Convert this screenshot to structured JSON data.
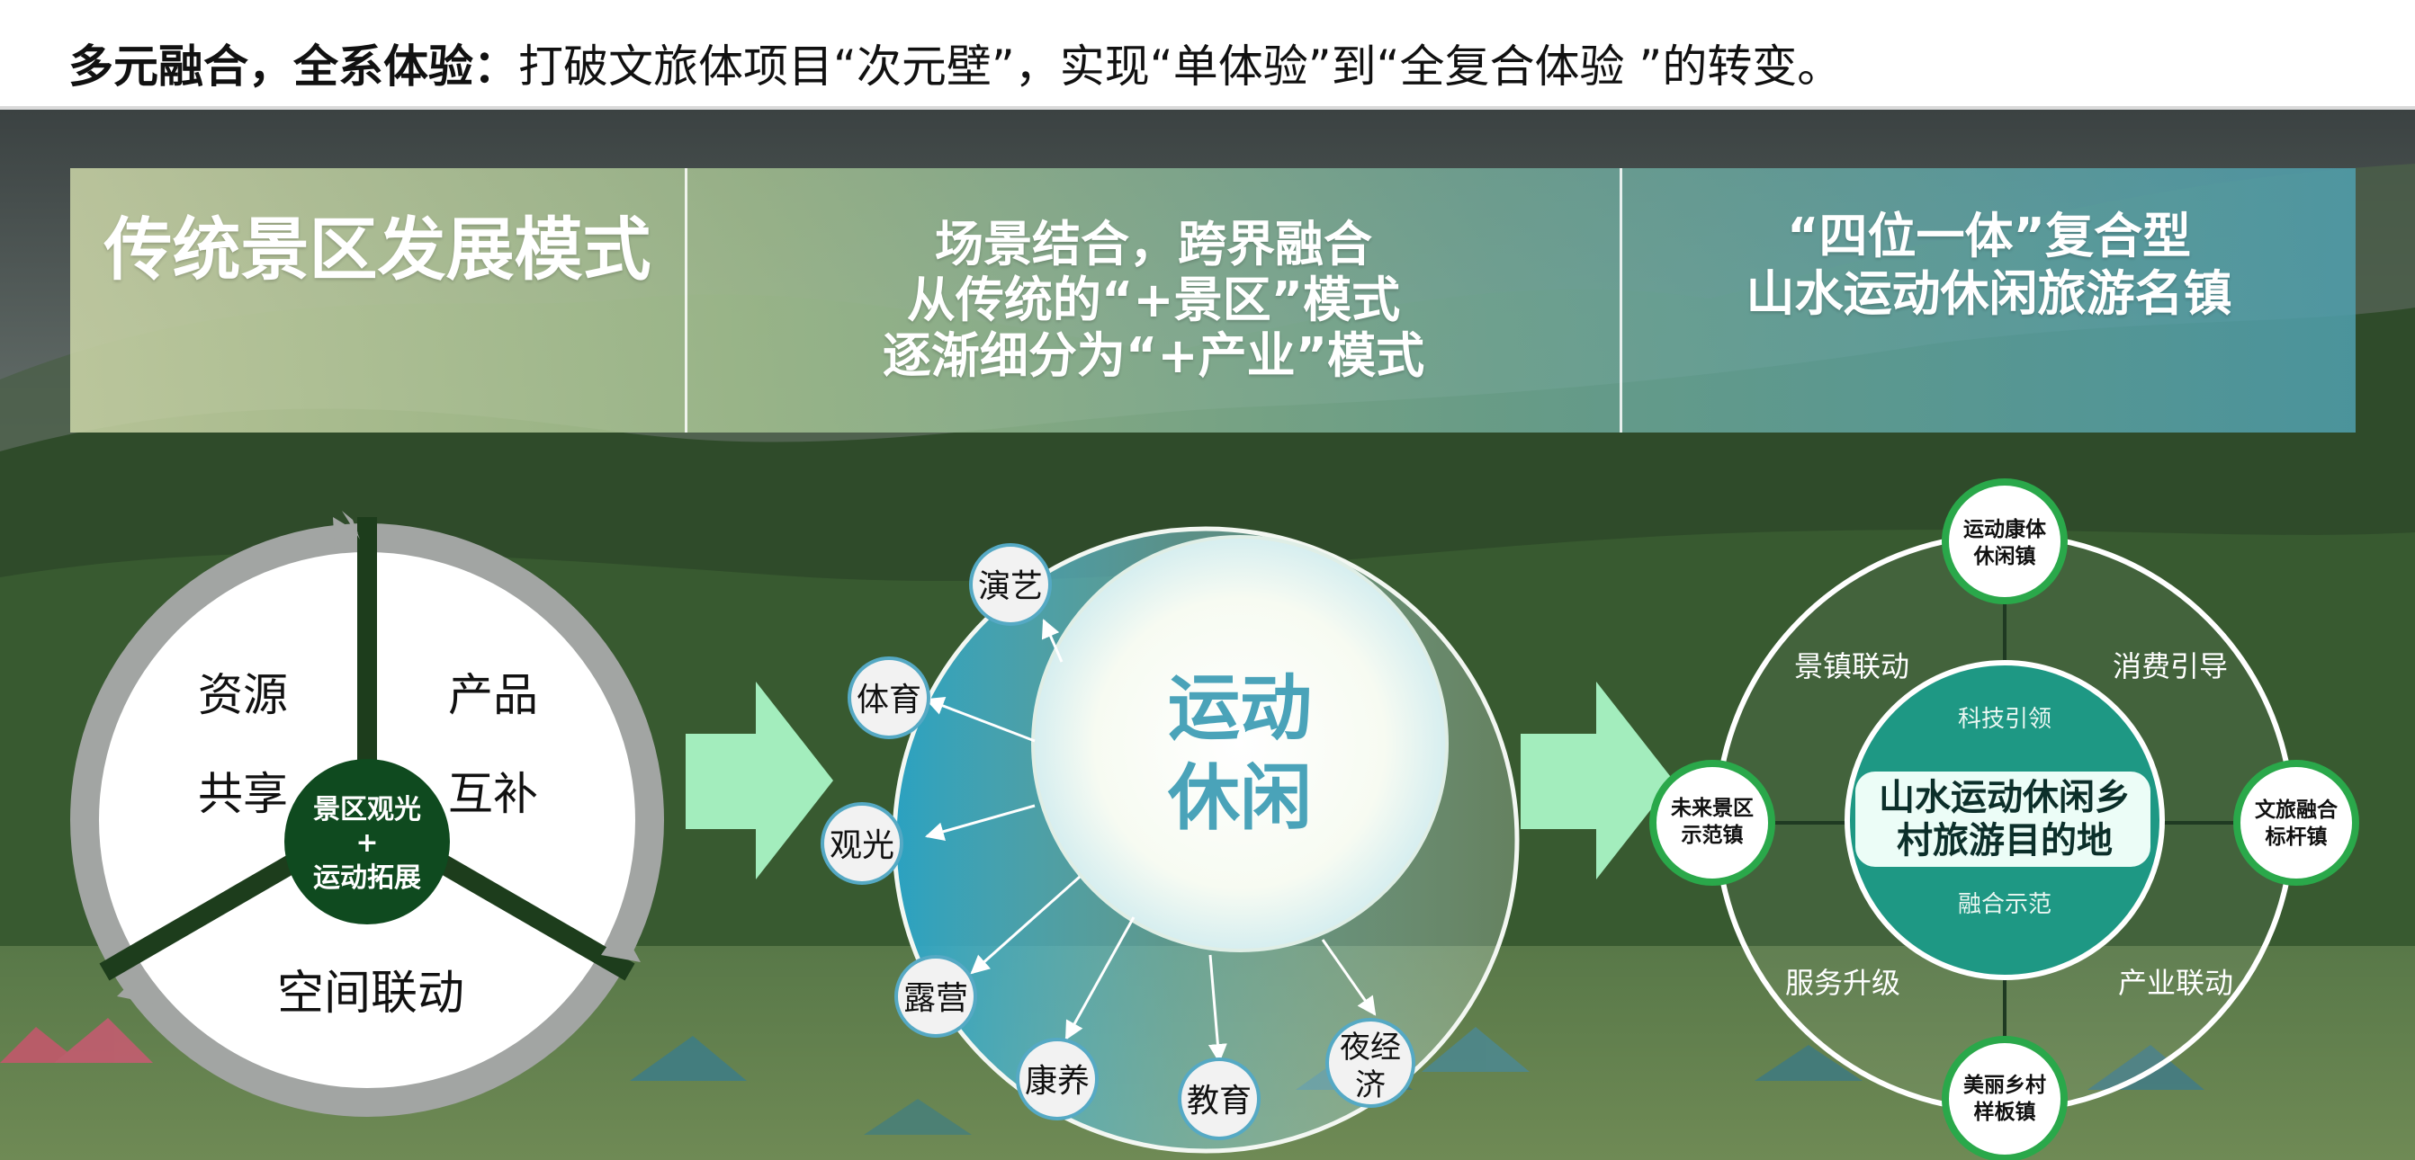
{
  "header": {
    "bold": "多元融合，全系体验：",
    "rest": "打破文旅体项目“次元壁”，实现“单体验”到“全复合体验 ”的转变。"
  },
  "banner": {
    "col1": "传统景区发展模式",
    "col2": [
      "场景结合，跨界融合",
      "从传统的“+景区”模式",
      "逐渐细分为“+产业”模式"
    ],
    "col3": [
      "“四位一体”复合型",
      "山水运动休闲旅游名镇"
    ]
  },
  "cycle": {
    "segments": [
      "资源",
      "共享",
      "产品",
      "互补",
      "空间联动"
    ],
    "center": [
      "景区观光",
      "+",
      "运动拓展"
    ]
  },
  "hub": {
    "center": [
      "运动",
      "休闲"
    ],
    "satellites": [
      "演艺",
      "体育",
      "观光",
      "露营",
      "康养",
      "教育",
      "夜经",
      "济"
    ]
  },
  "town": {
    "nodes": [
      "运动康体",
      "休闲镇",
      "未来景区",
      "示范镇",
      "文旅融合",
      "标杆镇",
      "美丽乡村",
      "样板镇"
    ],
    "links": [
      "景镇联动",
      "消费引导",
      "服务升级",
      "产业联动"
    ],
    "core_top": "科技引领",
    "core_label": [
      "山水运动休闲乡",
      "村旅游目的地"
    ],
    "core_bottom": "融合示范"
  },
  "colors": {
    "arrow": "#a9f5c5",
    "cycle_dark": "#0f4a1f",
    "hub_text": "#4aa3b9",
    "node_ring": "#2aa84a",
    "core": "#1e9884"
  }
}
